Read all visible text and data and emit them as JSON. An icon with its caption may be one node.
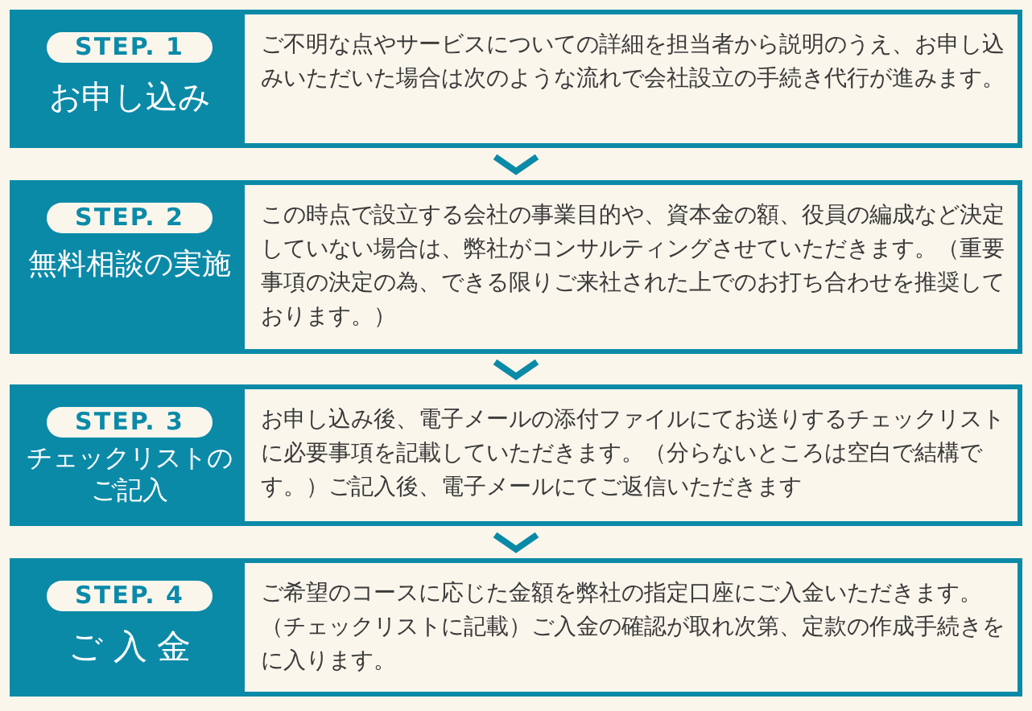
{
  "diagram": {
    "nodes": [
      {
        "text": [
          "STEP. 1",
          "お申し込み",
          "ご不明な点やサービスについての詳細を担当者から説明のうえ、お申し込みいただいた場合は次のような流れで会社設立の手続き代行が進みます。"
        ]
      },
      {
        "text": [
          "STEP. 2",
          "無料相談の実施",
          "この時点で設立する会社の事業目的や、資本金の額、役員の編成など決定していない場合は、弊社がコンサルティングさせていただきます。（重要事項の決定の為、できる限りご来社された上でのお打ち合わせを推奨しております。）"
        ]
      },
      {
        "text": [
          "STEP. 3",
          "チェックリストのご記入",
          "お申し込み後、電子メールの添付ファイルにてお送りするチェックリストに必要事項を記載していただきます。（分らないところは空白で結構です。）ご記入後、電子メールにてご返信いただきます"
        ]
      },
      {
        "text": [
          "STEP. 4",
          "ご入金",
          "ご希望のコースに応じた金額を弊社の指定口座にご入金いただきます。（チェックリストに記載）ご入金の確認が取れ次第、定款の作成手続きをに入ります。"
        ]
      }
    ],
    "edges": [
      {
        "from": 0,
        "to": 1,
        "arrow": "to"
      },
      {
        "from": 1,
        "to": 2,
        "arrow": "to"
      },
      {
        "from": 2,
        "to": 3,
        "arrow": "to"
      }
    ]
  }
}
